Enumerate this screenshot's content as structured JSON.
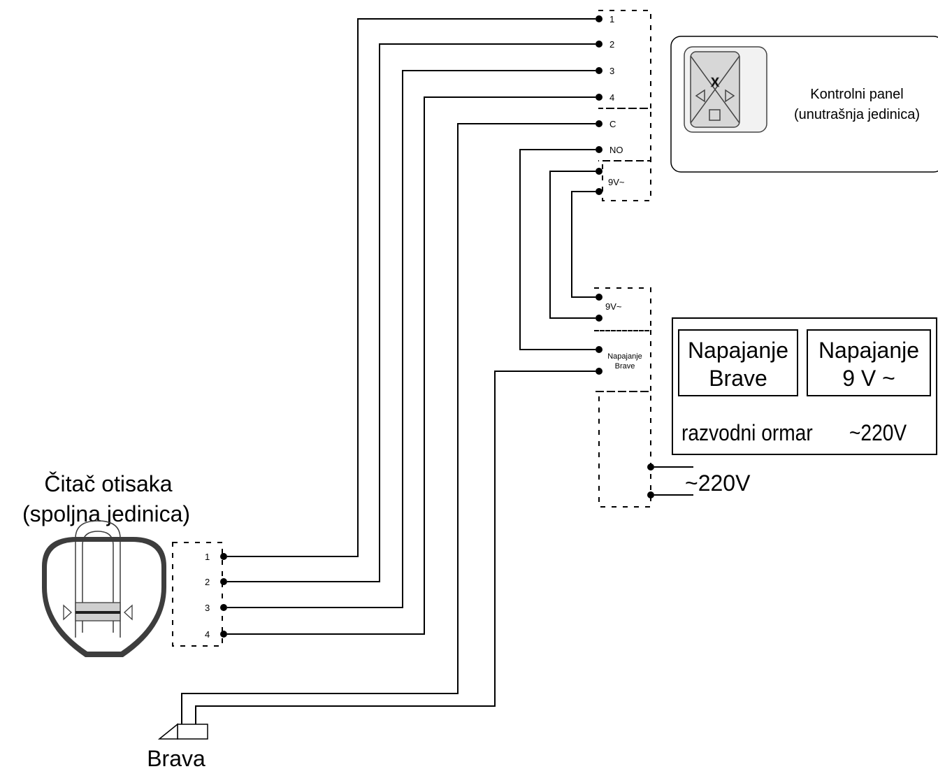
{
  "diagram": {
    "reader": {
      "title_line1": "Čitač otisaka",
      "title_line2": "(spoljna jedinica)",
      "terminals": [
        "1",
        "2",
        "3",
        "4"
      ]
    },
    "panel": {
      "title_line1": "Kontrolni panel",
      "title_line2": "(unutrašnja jedinica)",
      "terminals": [
        "1",
        "2",
        "3",
        "4",
        "C",
        "NO"
      ],
      "power_terminal": "9V~",
      "icon_mark": "X"
    },
    "cabinet": {
      "box1_line1": "Napajanje",
      "box1_line2": "Brave",
      "box2_line1": "Napajanje",
      "box2_line2": "9 V ~",
      "footer_left": "razvodni ormar",
      "footer_right": "~220V",
      "terminal_9v": "9V~",
      "terminal_lock_line1": "Napajanje",
      "terminal_lock_line2": "Brave"
    },
    "mains_label": "~220V",
    "lock_label": "Brava"
  }
}
